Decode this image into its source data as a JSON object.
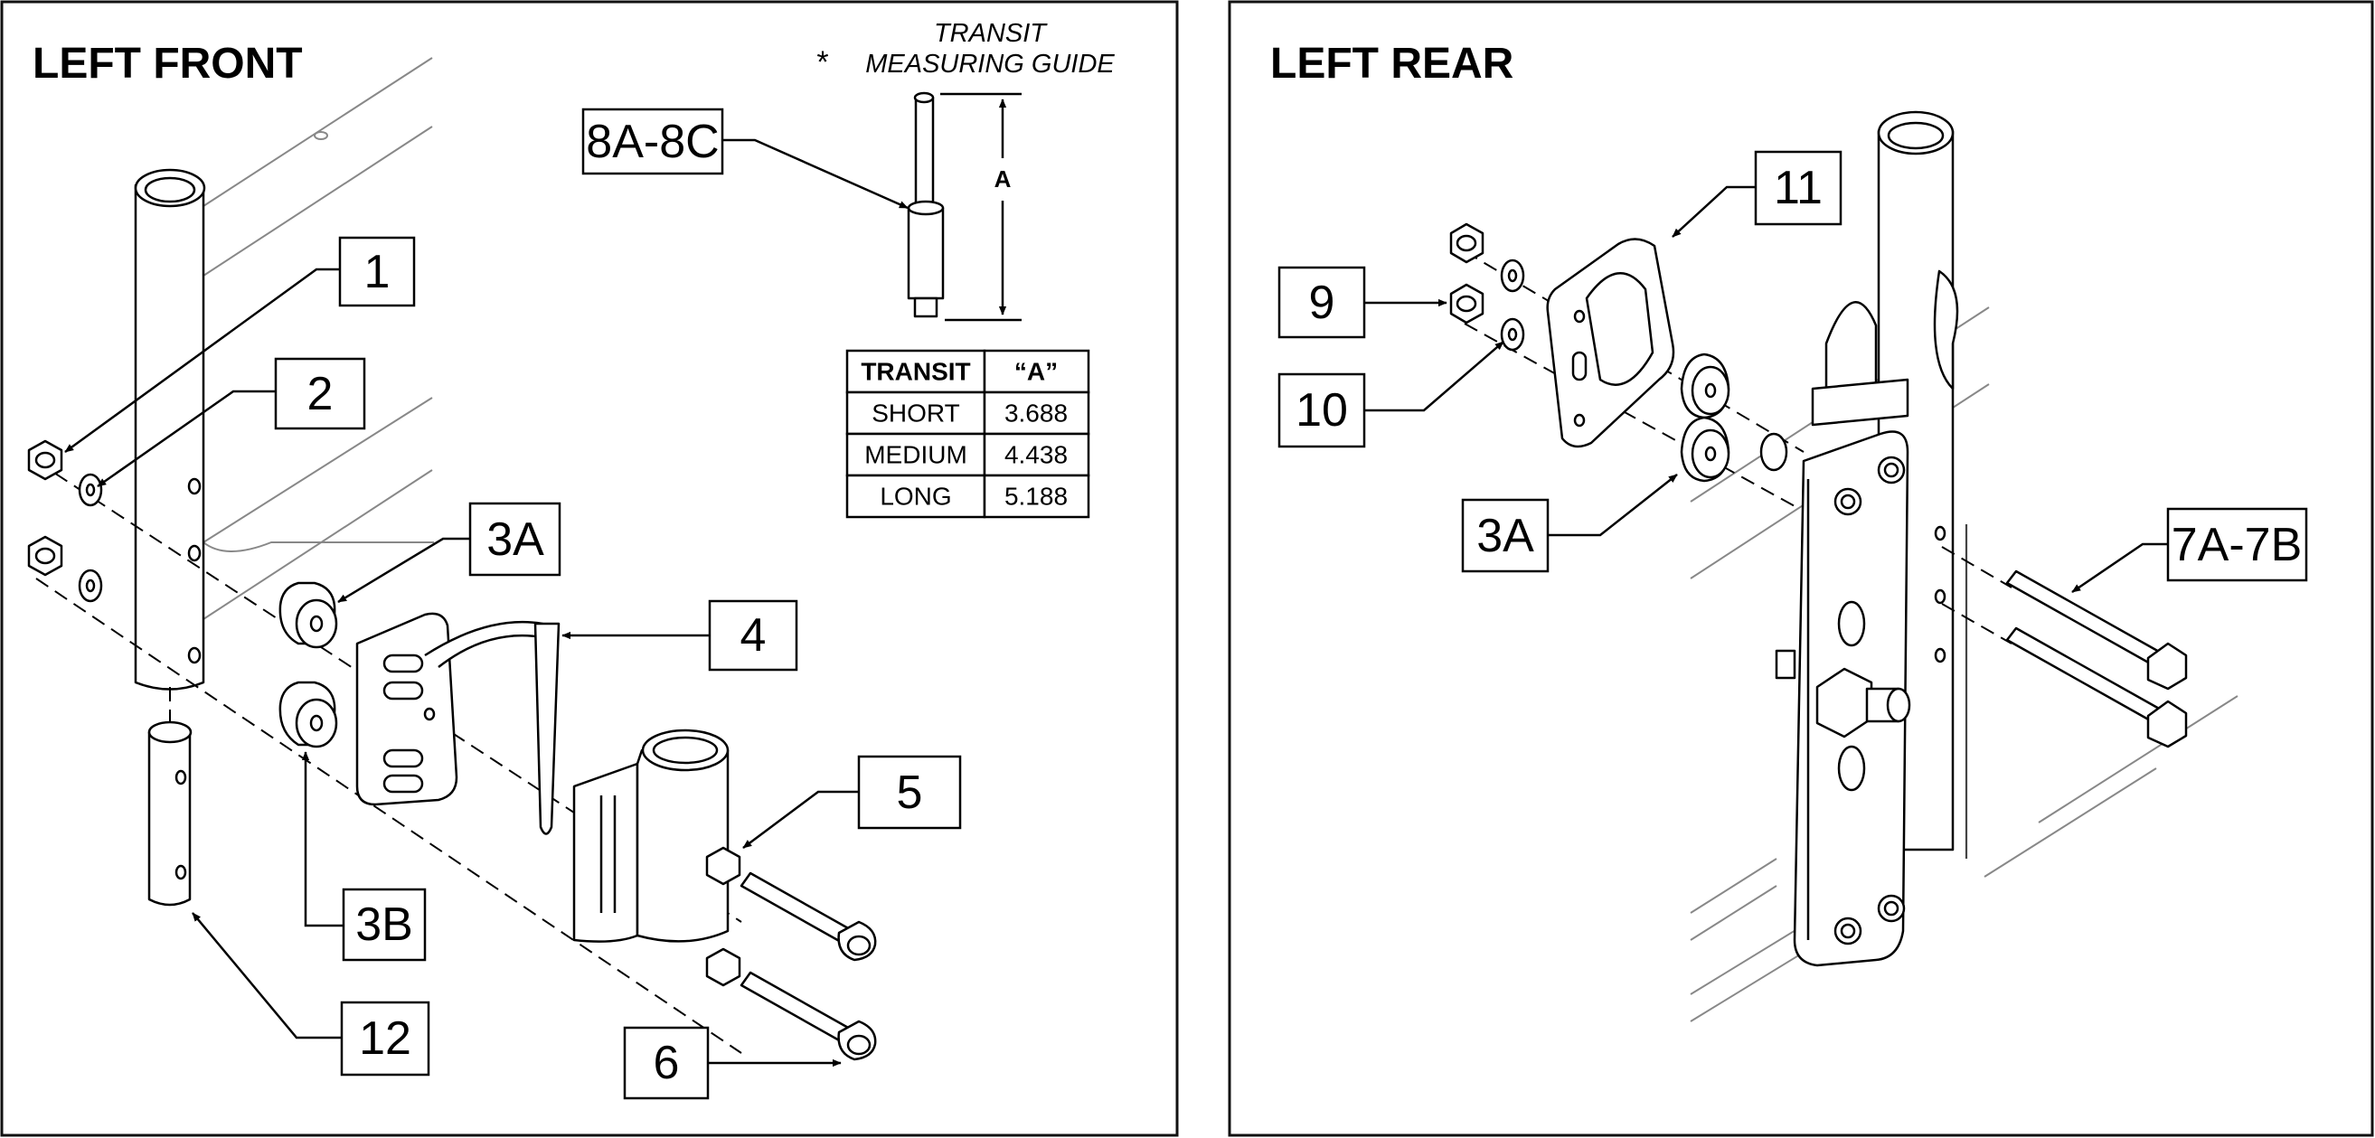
{
  "panels": {
    "left": {
      "title": "LEFT FRONT"
    },
    "right": {
      "title": "LEFT REAR"
    }
  },
  "measuring_guide": {
    "line1": "TRANSIT",
    "line2": "MEASURING GUIDE",
    "asterisk": "*",
    "dimension_label": "A",
    "table": {
      "headers": [
        "TRANSIT",
        "“A”"
      ],
      "rows": [
        [
          "SHORT",
          "3.688"
        ],
        [
          "MEDIUM",
          "4.438"
        ],
        [
          "LONG",
          "5.188"
        ]
      ]
    }
  },
  "callouts": {
    "c8a8c": "8A-8C",
    "c1": "1",
    "c2": "2",
    "c3a_left": "3A",
    "c4": "4",
    "c5": "5",
    "c3b": "3B",
    "c12": "12",
    "c6": "6",
    "c11": "11",
    "c9": "9",
    "c10": "10",
    "c3a_right": "3A",
    "c7a7b": "7A-7B"
  }
}
